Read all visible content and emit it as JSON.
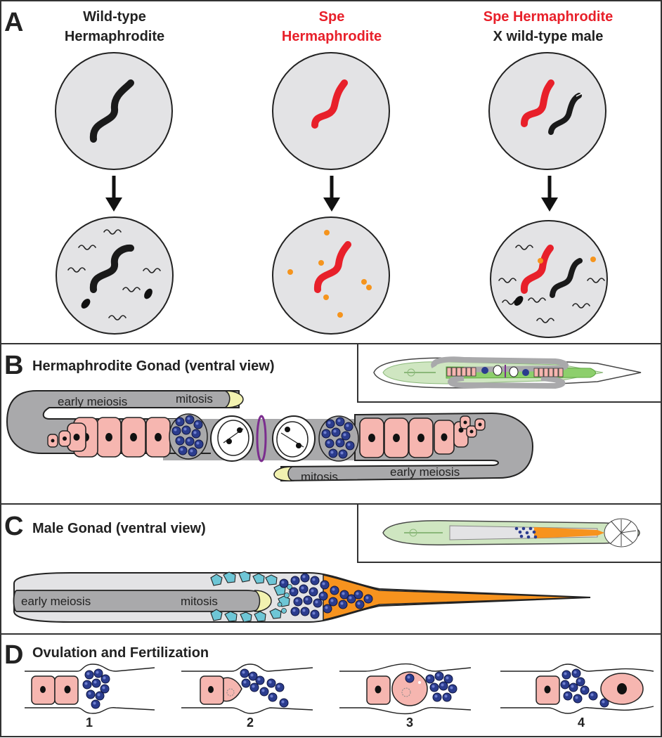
{
  "panel_a": {
    "letter": "A",
    "col1_title": [
      "Wild-type",
      "Hermaphrodite"
    ],
    "col2_title": [
      "Spe",
      "Hermaphrodite"
    ],
    "col3_title_line1": "Spe Hermaphrodite",
    "col3_title_line2": "X wild-type male"
  },
  "panel_b": {
    "letter": "B",
    "title": "Hermaphrodite Gonad (ventral view)",
    "labels": {
      "early_meiosis_1": "early meiosis",
      "mitosis_1": "mitosis",
      "mitosis_2": "mitosis",
      "early_meiosis_2": "early meiosis"
    }
  },
  "panel_c": {
    "letter": "C",
    "title": "Male Gonad (ventral view)",
    "labels": {
      "early_meiosis": "early meiosis",
      "mitosis": "mitosis"
    }
  },
  "panel_d": {
    "letter": "D",
    "title": "Ovulation and Fertilization",
    "steps": [
      "1",
      "2",
      "3",
      "4"
    ]
  },
  "colors": {
    "red_worm": "#e8202a",
    "black_worm": "#1a1a1a",
    "plate": "#e3e3e5",
    "gonad": "#a9a9ab",
    "oocyte": "#f6b6b0",
    "sperm": "#2b3c8e",
    "egg_orange": "#f5941d",
    "male_orange": "#f7931e",
    "spermatocyte": "#6ec6d6",
    "body_green": "#cfe6c1",
    "intestine_green": "#8dcf6c",
    "spermatheca_purple": "#7b2d8e",
    "dtc_yellow": "#f2f2b0"
  }
}
